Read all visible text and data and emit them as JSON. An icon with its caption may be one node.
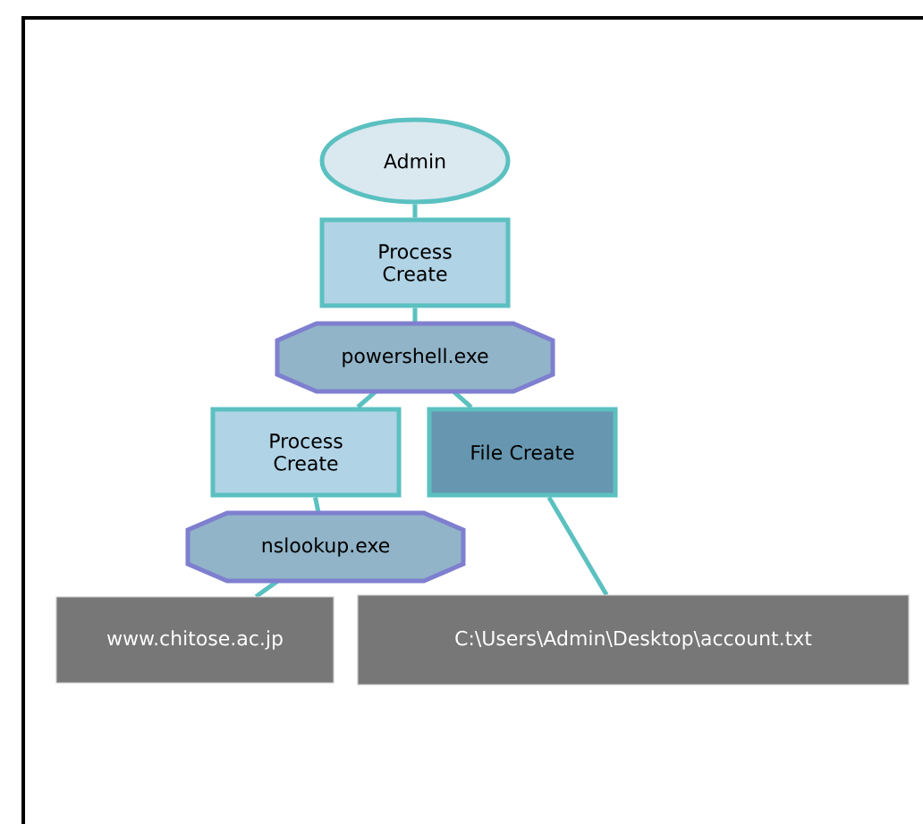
{
  "diagram": {
    "nodes": [
      {
        "text": [
          "Admin"
        ]
      },
      {
        "text": [
          "Process Create"
        ]
      },
      {
        "text": [
          "powershell.exe"
        ]
      },
      {
        "text": [
          "Process Create"
        ]
      },
      {
        "text": [
          "File Create"
        ]
      },
      {
        "text": [
          "nslookup.exe"
        ]
      },
      {
        "text": [
          "www.chitose.ac.jp"
        ]
      },
      {
        "text": [
          "C:\\Users\\Admin\\Desktop\\account.txt"
        ]
      }
    ],
    "edges": [
      {
        "from": 0,
        "to": 1,
        "arrow": "none"
      },
      {
        "from": 1,
        "to": 2,
        "arrow": "none"
      },
      {
        "from": 2,
        "to": 3,
        "arrow": "none"
      },
      {
        "from": 2,
        "to": 4,
        "arrow": "none"
      },
      {
        "from": 3,
        "to": 5,
        "arrow": "none"
      },
      {
        "from": 5,
        "to": 6,
        "arrow": "none"
      },
      {
        "from": 4,
        "to": 7,
        "arrow": "none"
      }
    ]
  }
}
